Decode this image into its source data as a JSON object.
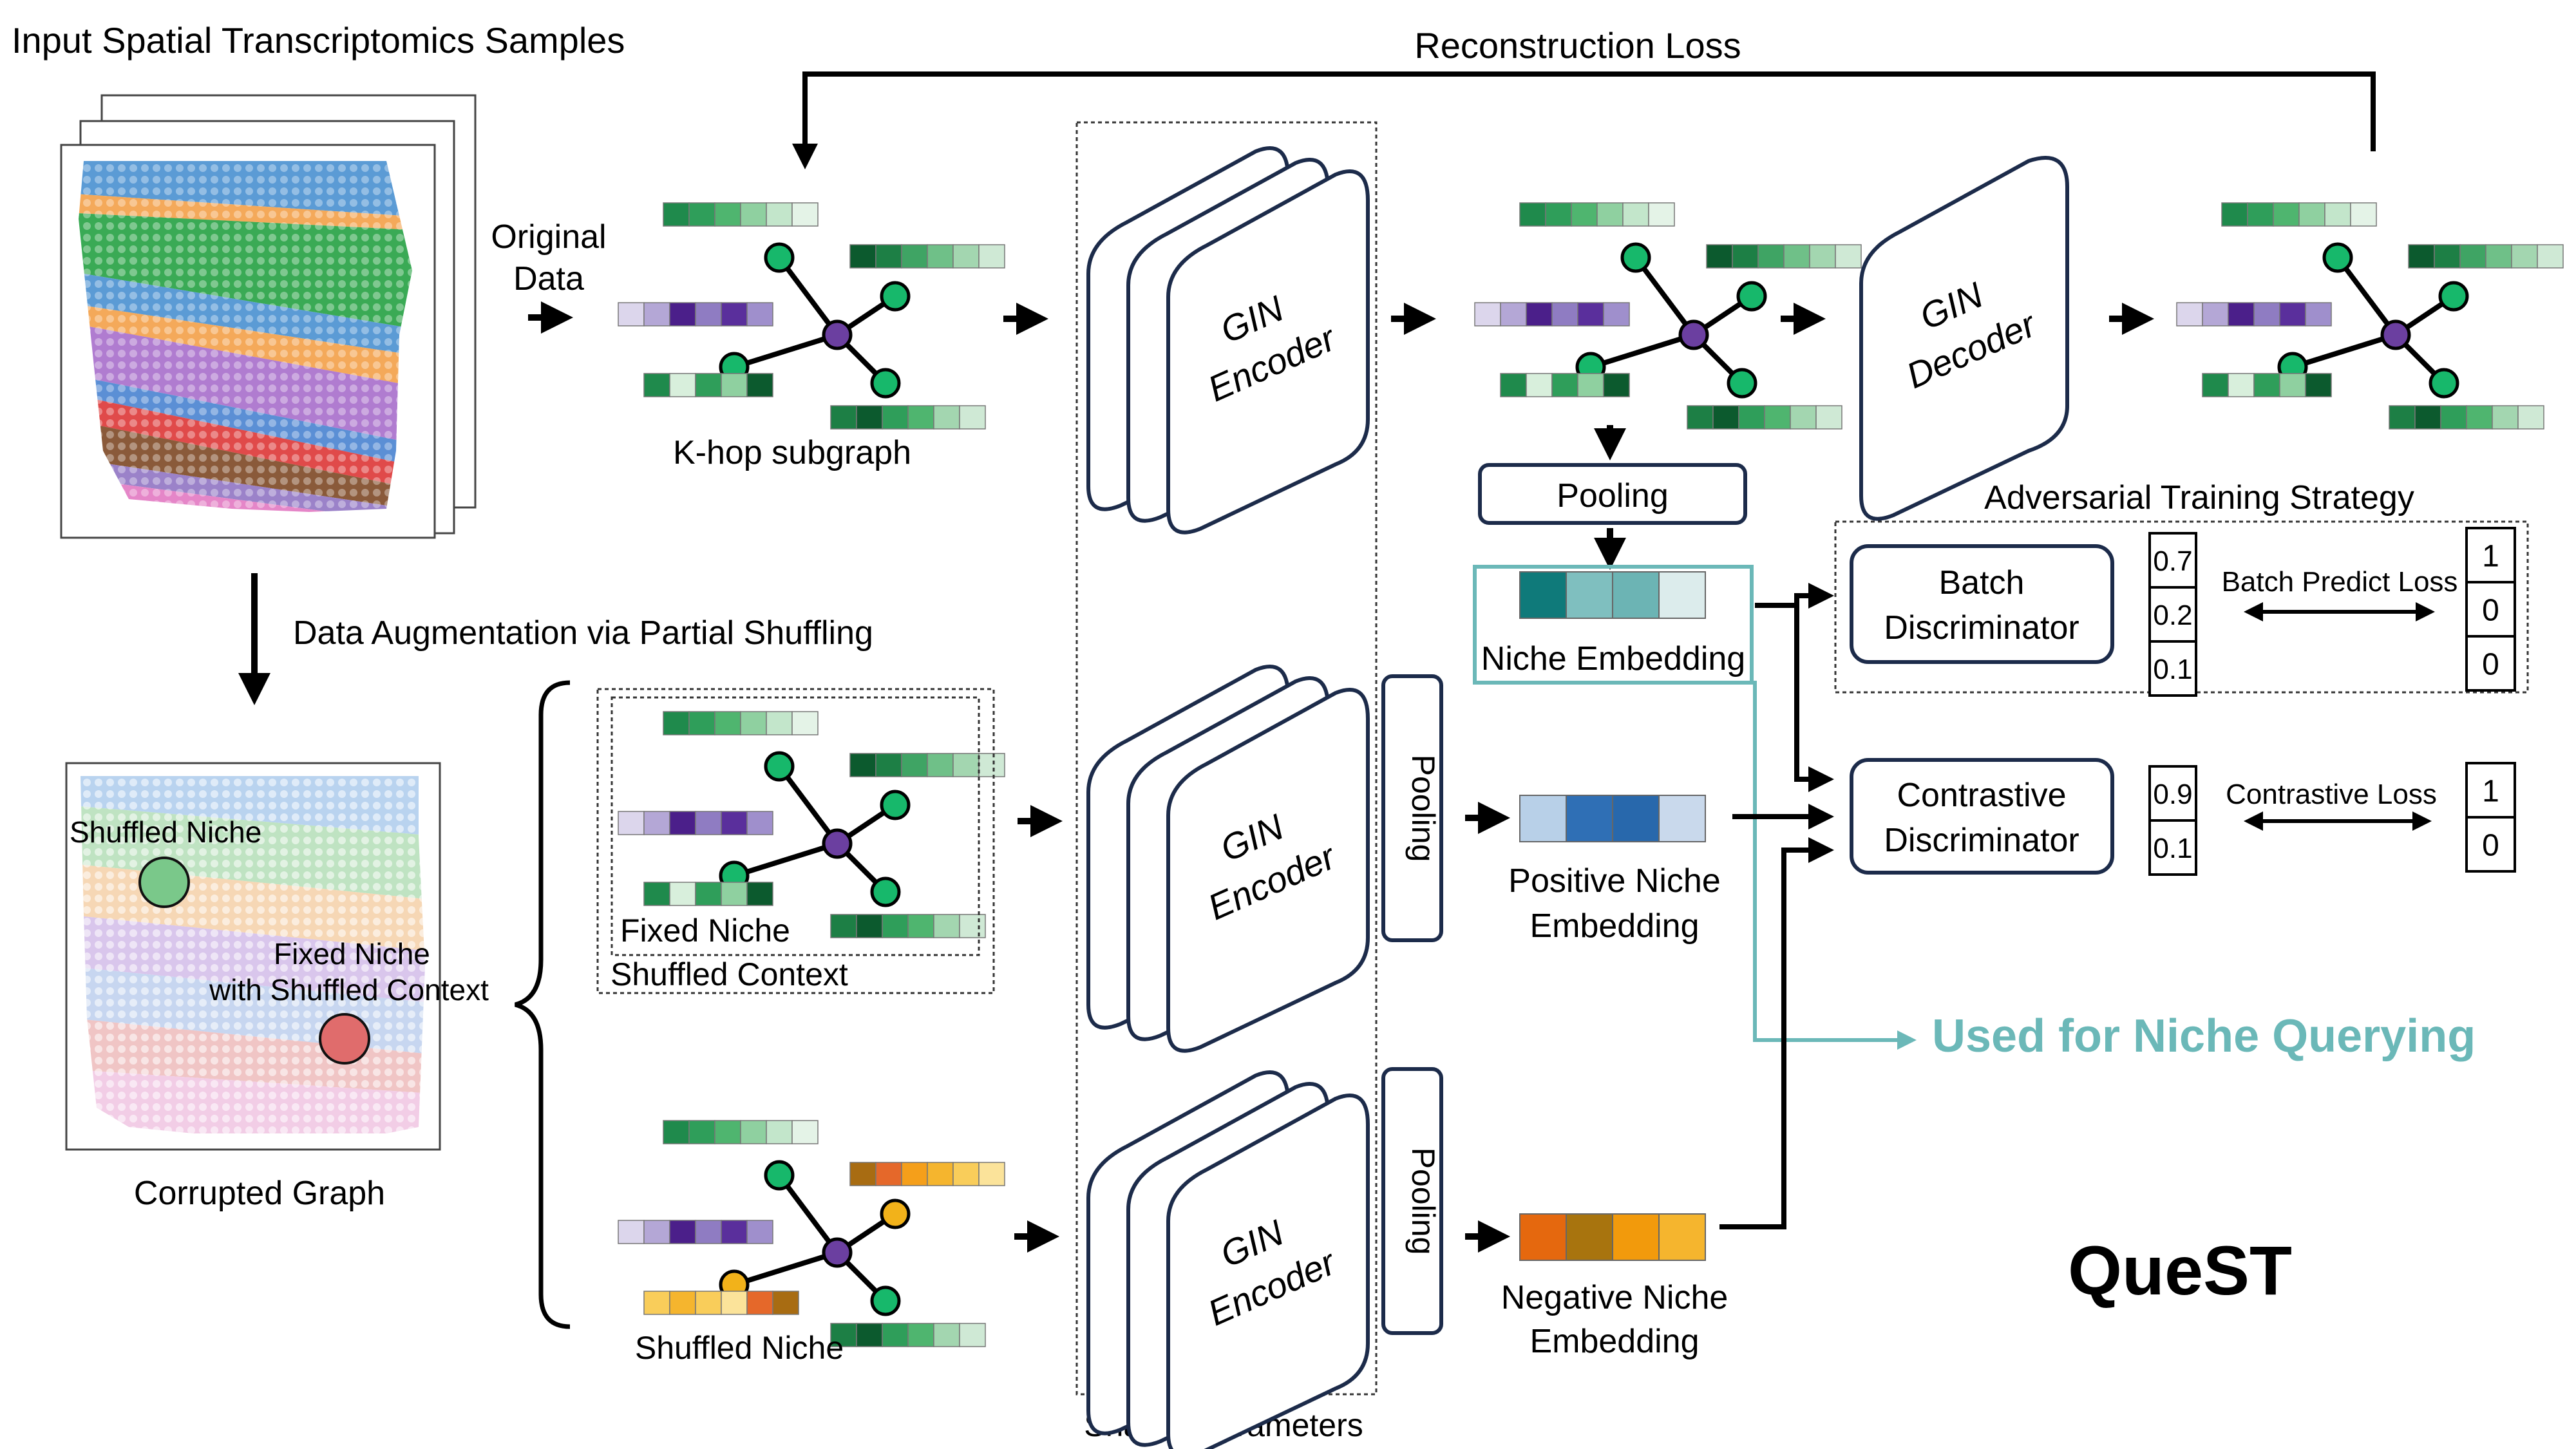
{
  "input": {
    "title": "Input Spatial Transcriptomics Samples",
    "augment_label": "Data Augmentation via Partial Shuffling"
  },
  "corrupted": {
    "shuffled_niche": "Shuffled Niche",
    "fixed_niche_line1": "Fixed Niche",
    "fixed_niche_line2": "with Shuffled Context",
    "caption": "Corrupted Graph"
  },
  "original": {
    "line1": "Original",
    "line2": "Data",
    "subgraph_label": "K-hop subgraph"
  },
  "reconstruction_loss": "Reconstruction Loss",
  "encoder": {
    "line1": "GIN",
    "line2": "Encoder",
    "shared": "Shared Parameters"
  },
  "decoder": {
    "line1": "GIN",
    "line2": "Decoder"
  },
  "pooling": "Pooling",
  "niche_embedding": "Niche Embedding",
  "positive": {
    "line1": "Positive Niche",
    "line2": "Embedding"
  },
  "negative": {
    "line1": "Negative Niche",
    "line2": "Embedding"
  },
  "context": {
    "fixed_niche": "Fixed Niche",
    "shuffled_context": "Shuffled Context",
    "shuffled_niche": "Shuffled Niche"
  },
  "adversarial": {
    "title": "Adversarial Training Strategy",
    "batch_line1": "Batch",
    "batch_line2": "Discriminator",
    "batch_probs": [
      "0.7",
      "0.2",
      "0.1"
    ],
    "batch_loss": "Batch Predict Loss",
    "batch_targets": [
      "1",
      "0",
      "0"
    ]
  },
  "contrastive": {
    "line1": "Contrastive",
    "line2": "Discriminator",
    "probs": [
      "0.9",
      "0.1"
    ],
    "loss": "Contrastive Loss",
    "targets": [
      "1",
      "0"
    ]
  },
  "querying": "Used for Niche Querying",
  "brand": "QueST",
  "colors": {
    "green_node": "#17b86b",
    "purple_node": "#6b3fa0",
    "orange_node": "#f2b21a",
    "teal": "#6bb8b8",
    "navy": "#1c2b4a"
  }
}
